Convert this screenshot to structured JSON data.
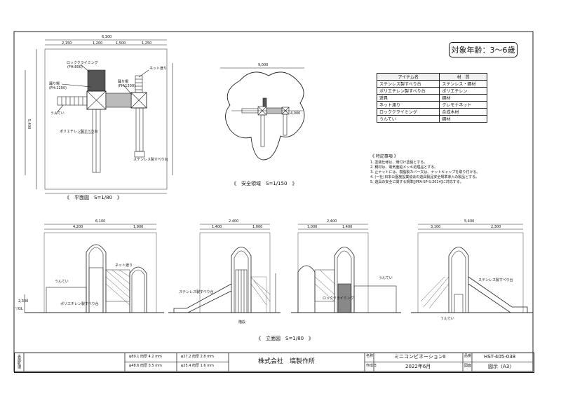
{
  "badge": {
    "age": "対象年齢：3～6歳"
  },
  "materials": {
    "headers": [
      "アイテム名",
      "材　質"
    ],
    "rows": [
      [
        "ステンレス製すべり台",
        "ステンレス・鋼材"
      ],
      [
        "ポリエチレン製すべり台",
        "ポリエチレン"
      ],
      [
        "遊具",
        "鋼材"
      ],
      [
        "ネット渡り",
        "クレモナネット"
      ],
      [
        "ロッククライミング",
        "合成木材"
      ],
      [
        "うんてい",
        "鋼材"
      ]
    ]
  },
  "notes": {
    "heading": "《 特記事項 》",
    "items": [
      "1. 塗装仕様は、焼付け塗装とする。",
      "2. 鋼材は、電気亜鉛メッキ処理品とする。",
      "3. 止ナットには、樹脂製カバー又は、ナットキャップを取り付ける。",
      "4. (一社)日本公園施設業協会の遊具製品安全規準導入の製品とする。",
      "5. 遊具の安全に関する規準[JPFA-SP-S:2014]に対応する。"
    ]
  },
  "captions": {
    "plan": "《　平面図　S=1/80　》",
    "safety": "《　安全領域　S=1/150　》",
    "elevation": "《　立面図　S=1/80　》"
  },
  "plan_labels": {
    "total_w": "6,100",
    "d1": "2,150",
    "d2": "1,200",
    "d3": "1,500",
    "d4": "1,250",
    "total_h": "5,400",
    "rock": "ロッククライミング",
    "net": "ネット渡り",
    "monkey": "うんてい",
    "poly": "ポリエチレン製すべり台",
    "stainless": "ステンレス製すべり台",
    "deck1": "踊り場",
    "deck2": "踊り場",
    "fcode1": "(FH:800)",
    "fcode2": "(FH:1200)",
    "fcode3": "(FH:1200)"
  },
  "safety_labels": {
    "w": "9,000",
    "d": "4,000"
  },
  "elev_labels": {
    "e1w": "6,100",
    "e1a": "4,200",
    "e1b": "1,900",
    "e2w": "2,400",
    "e2a": "1,400",
    "e2b": "1,000",
    "e3w": "2,400",
    "e3a": "1,000",
    "e3b": "1,400",
    "e4w": "5,400",
    "e4a": "3,100",
    "e4b": "2,300",
    "monkey": "うんてい",
    "poly": "ポリエチレン製すべり台",
    "stainless": "ステンレス製すべり台",
    "net": "ネット渡り",
    "rock": "ロッククライミング",
    "gl": "▽GL",
    "h1": "2,330",
    "stairs": "階段"
  },
  "title_block": {
    "side_label": "表面処理",
    "pipes": [
      {
        "dia": "φ89.1",
        "thk_label": "肉厚",
        "thk": "4.2",
        "unit": "mm"
      },
      {
        "dia": "φ48.6",
        "thk_label": "肉厚",
        "thk": "3.5",
        "unit": "mm"
      },
      {
        "dia": "φ27.2",
        "thk_label": "肉厚",
        "thk": "2.8",
        "unit": "mm"
      },
      {
        "dia": "φ25.4",
        "thk_label": "肉厚",
        "thk": "1.6",
        "unit": "mm"
      }
    ],
    "company": "株式会社　塙製作所",
    "name_label": "名称",
    "date_label": "作成日",
    "product": "ミニコンビネーションⅡ",
    "date": "2022年6月",
    "code_label": "品番",
    "size_label": "図面",
    "code": "HST-405-038",
    "drawing": "図示（A3）"
  }
}
